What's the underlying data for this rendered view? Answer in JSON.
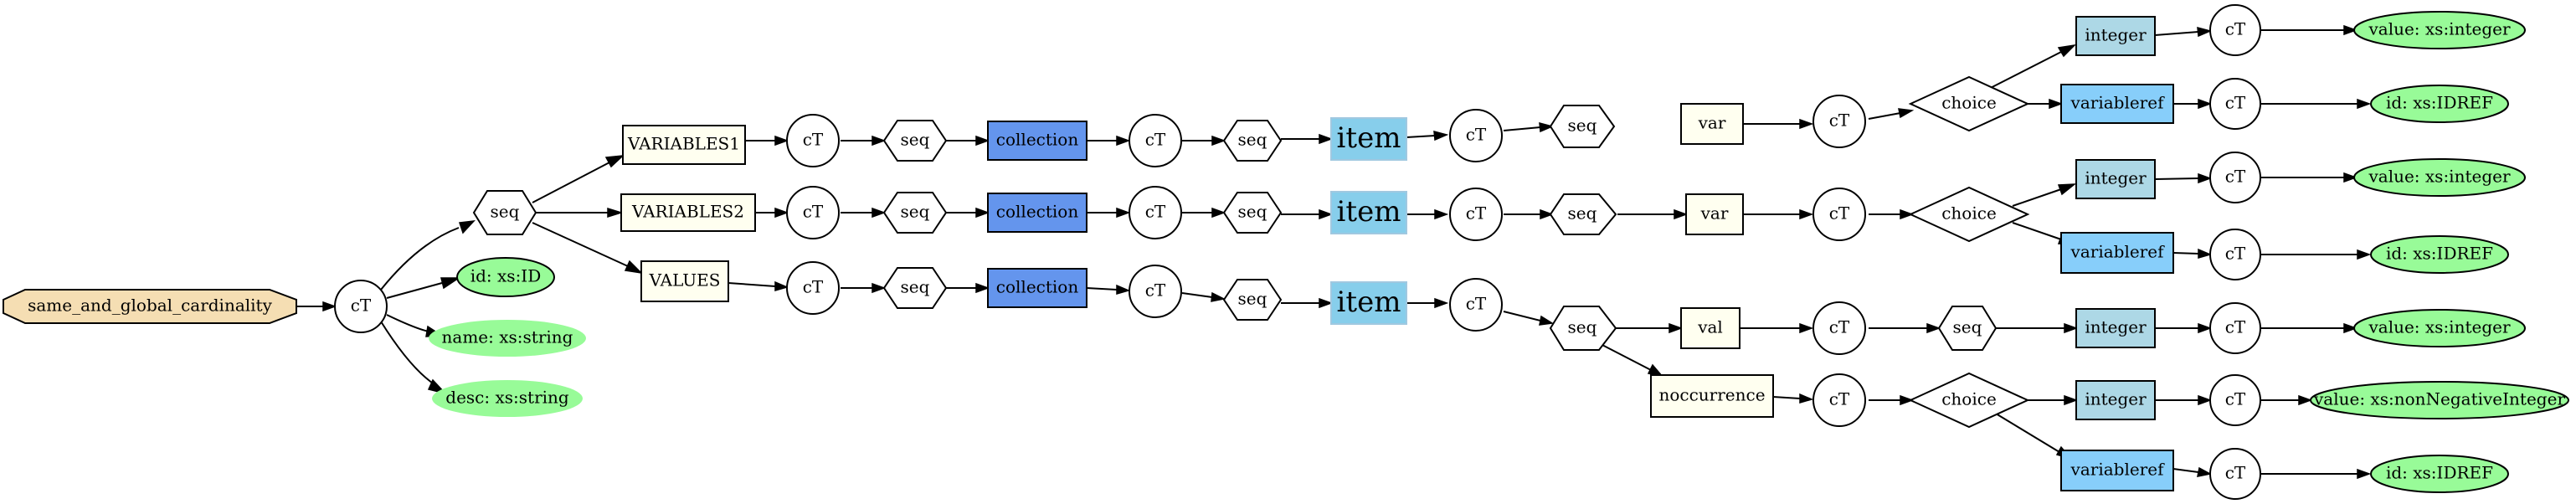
{
  "colors": {
    "root_fill": "#f5deb3",
    "element_fill": "#fffff0",
    "collection_fill": "#6495ed",
    "item_fill": "#87ceeb",
    "item_stroke": "#a0c8e0",
    "integer_fill": "#add8e6",
    "variableref_fill": "#87cefa",
    "attribute_fill": "#98fb98",
    "white": "#ffffff"
  },
  "nodes": {
    "root": "same_and_global_cardinality",
    "ct_root": "cT",
    "seq_root": "seq",
    "attr_id": "id: xs:ID",
    "attr_name": "name: xs:string",
    "attr_desc": "desc: xs:string",
    "el_vars1": "VARIABLES1",
    "el_vars2": "VARIABLES2",
    "el_values": "VALUES",
    "ct_r1a": "cT",
    "seq_r1a": "seq",
    "coll_r1": "collection",
    "ct_r1b": "cT",
    "seq_r1b": "seq",
    "item_r1": "item",
    "ct_r1c": "cT",
    "seq_r1c": "seq",
    "var_r1": "var",
    "ct_r1d": "cT",
    "choice_r1": "choice",
    "int_r1": "integer",
    "ct_r1e": "cT",
    "val_r1e": "value: xs:integer",
    "vref_r1": "variableref",
    "ct_r1f": "cT",
    "id_r1f": "id: xs:IDREF",
    "ct_r2a": "cT",
    "seq_r2a": "seq",
    "coll_r2": "collection",
    "ct_r2b": "cT",
    "seq_r2b": "seq",
    "item_r2": "item",
    "ct_r2c": "cT",
    "seq_r2c": "seq",
    "var_r2": "var",
    "ct_r2d": "cT",
    "choice_r2": "choice",
    "int_r2": "integer",
    "ct_r2e": "cT",
    "val_r2e": "value: xs:integer",
    "vref_r2": "variableref",
    "ct_r2f": "cT",
    "id_r2f": "id: xs:IDREF",
    "ct_r3a": "cT",
    "seq_r3a": "seq",
    "coll_r3": "collection",
    "ct_r3b": "cT",
    "seq_r3b": "seq",
    "item_r3": "item",
    "ct_r3c": "cT",
    "seq_r3c": "seq",
    "val_el": "val",
    "ct_val": "cT",
    "seq_val": "seq",
    "int_val": "integer",
    "ct_val2": "cT",
    "val_val2": "value: xs:integer",
    "nocc": "noccurrence",
    "ct_nocc": "cT",
    "choice_nocc": "choice",
    "int_nocc": "integer",
    "ct_nocc2": "cT",
    "val_nocc2": "value: xs:nonNegativeInteger",
    "vref_nocc": "variableref",
    "ct_nocc3": "cT",
    "id_nocc3": "id: xs:IDREF"
  }
}
